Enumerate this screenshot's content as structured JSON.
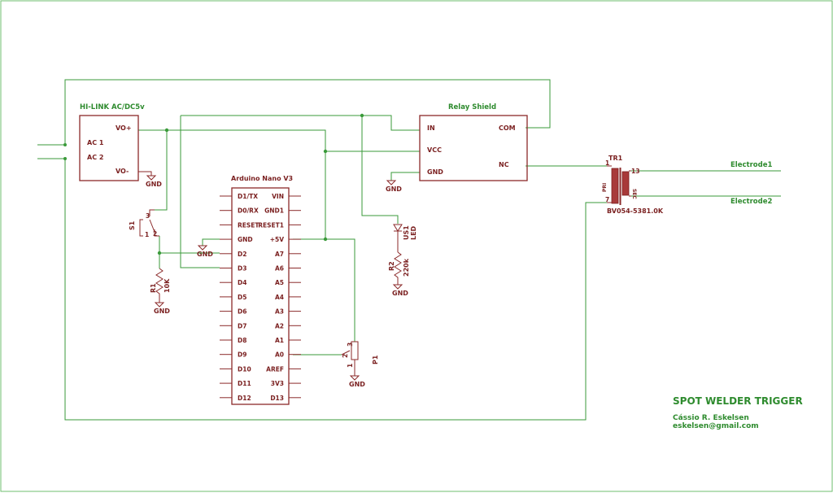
{
  "components": {
    "hilink": {
      "name": "HI-LINK AC/DC5v",
      "pins": [
        "AC 1",
        "AC 2",
        "VO+",
        "VO-"
      ]
    },
    "relay": {
      "name": "Relay Shield",
      "pins": [
        "IN",
        "VCC",
        "GND",
        "COM",
        "NC"
      ]
    },
    "arduino": {
      "name": "Arduino Nano V3",
      "left_pins": [
        "D1/TX",
        "D0/RX",
        "RESET",
        "GND",
        "D2",
        "D3",
        "D4",
        "D5",
        "D6",
        "D7",
        "D8",
        "D9",
        "D10",
        "D11",
        "D12"
      ],
      "right_pins": [
        "VIN",
        "GND1",
        "RESET1",
        "+5V",
        "A7",
        "A6",
        "A5",
        "A4",
        "A3",
        "A2",
        "A1",
        "A0",
        "AREF",
        "3V3",
        "D13"
      ]
    },
    "s1": {
      "name": "S1",
      "pins": [
        "3",
        "1",
        "2"
      ]
    },
    "r1": {
      "name": "R1",
      "value": "10K"
    },
    "r2": {
      "name": "R2",
      "value": "220k"
    },
    "led": {
      "name": "US1",
      "type": "LED"
    },
    "p1": {
      "name": "P1",
      "pins": [
        "2",
        "3",
        "1"
      ]
    },
    "tr1": {
      "name": "TR1",
      "part": "BV054-5381.0K",
      "pri": "PRI",
      "sec": "SEC",
      "pins": [
        "1",
        "13",
        "7"
      ]
    }
  },
  "ground_label": "GND",
  "nets": {
    "electrode1": "Electrode1",
    "electrode2": "Electrode2"
  },
  "title_block": {
    "title": "SPOT WELDER TRIGGER",
    "author": "Cássio R. Eskelsen",
    "email": "eskelsen@gmail.com"
  }
}
